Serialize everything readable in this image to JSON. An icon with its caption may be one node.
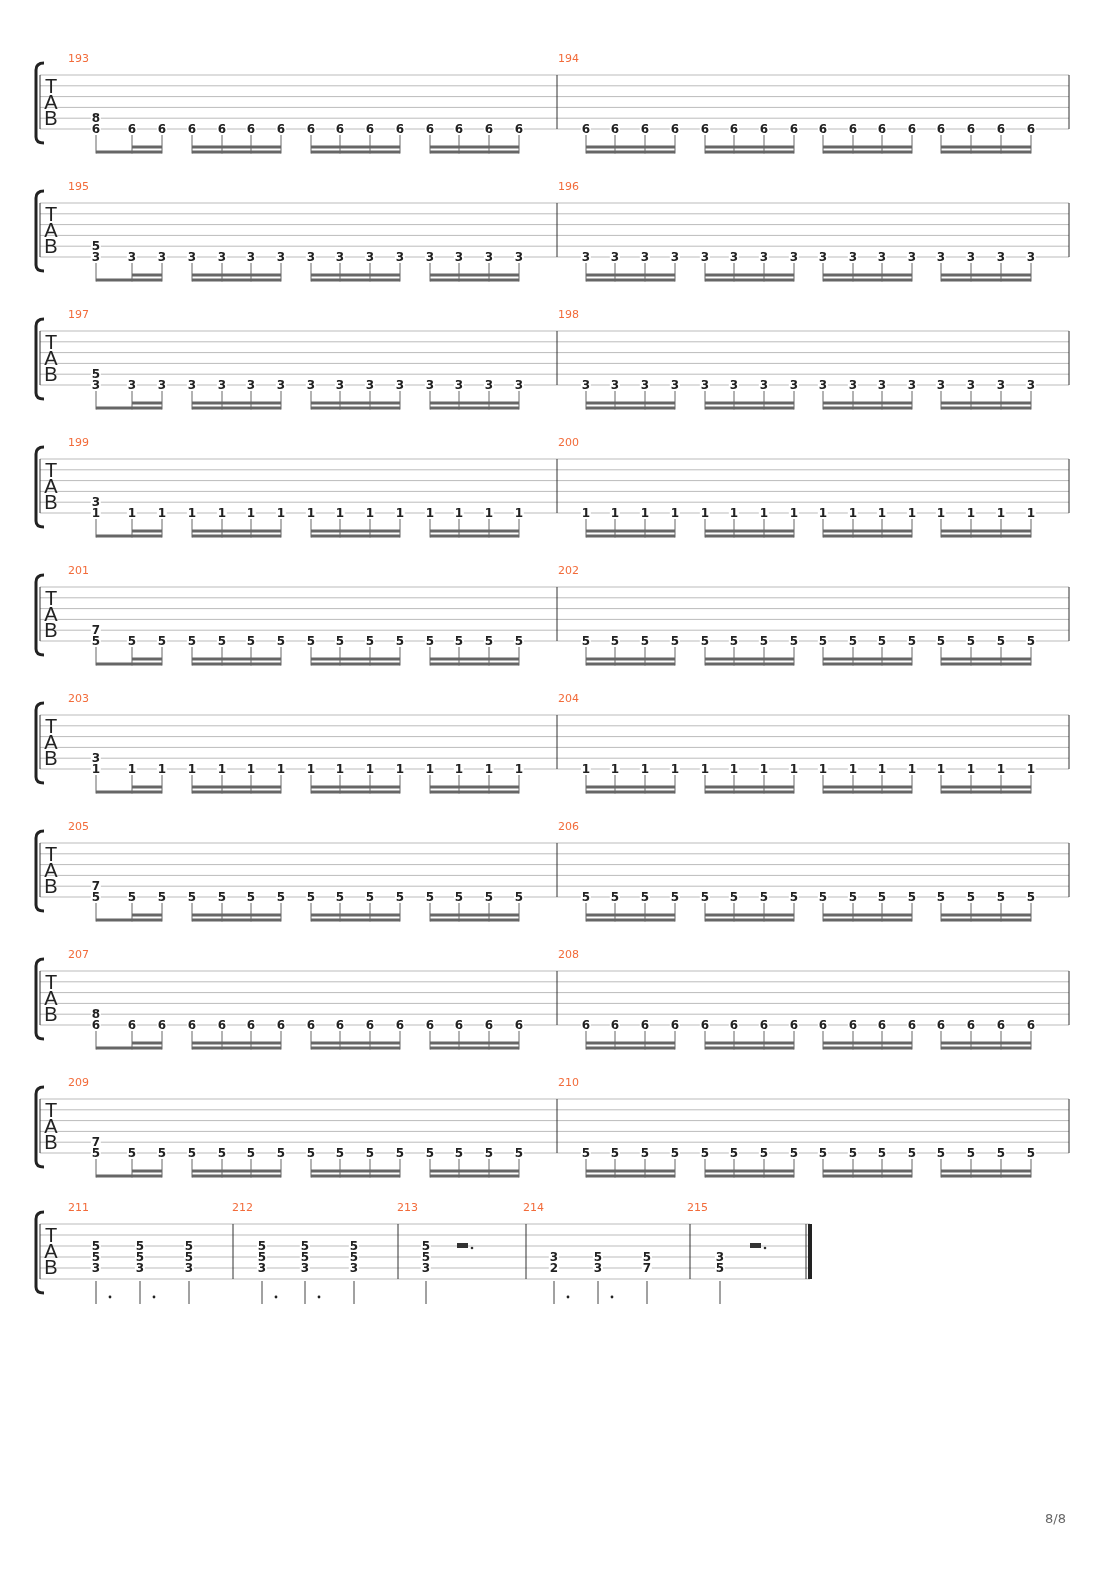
{
  "diagram": {
    "labels": [
      "193",
      "194",
      "T",
      "A",
      "B",
      "8",
      "6",
      "6",
      "6",
      "6",
      "6",
      "6",
      "6",
      "6",
      "6",
      "6",
      "6",
      "6",
      "6",
      "6",
      "6",
      "6",
      "6",
      "6",
      "6",
      "6",
      "6",
      "6",
      "6",
      "6",
      "6",
      "6",
      "6",
      "6",
      "6",
      "6",
      "6",
      "195",
      "196",
      "T",
      "A",
      "B",
      "5",
      "3",
      "3",
      "3",
      "3",
      "3",
      "3",
      "3",
      "3",
      "3",
      "3",
      "3",
      "3",
      "3",
      "3",
      "3",
      "3",
      "3",
      "3",
      "3",
      "3",
      "3",
      "3",
      "3",
      "3",
      "3",
      "3",
      "3",
      "3",
      "3",
      "3",
      "3",
      "197",
      "198",
      "T",
      "A",
      "B",
      "5",
      "3",
      "3",
      "3",
      "3",
      "3",
      "3",
      "3",
      "3",
      "3",
      "3",
      "3",
      "3",
      "3",
      "3",
      "3",
      "3",
      "3",
      "3",
      "3",
      "3",
      "3",
      "3",
      "3",
      "3",
      "3",
      "3",
      "3",
      "3",
      "3",
      "3",
      "3",
      "199",
      "200",
      "T",
      "A",
      "B",
      "3",
      "1",
      "1",
      "1",
      "1",
      "1",
      "1",
      "1",
      "1",
      "1",
      "1",
      "1",
      "1",
      "1",
      "1",
      "1",
      "1",
      "1",
      "1",
      "1",
      "1",
      "1",
      "1",
      "1",
      "1",
      "1",
      "1",
      "1",
      "1",
      "1",
      "1",
      "1",
      "201",
      "202",
      "T",
      "A",
      "B",
      "7",
      "5",
      "5",
      "5",
      "5",
      "5",
      "5",
      "5",
      "5",
      "5",
      "5",
      "5",
      "5",
      "5",
      "5",
      "5",
      "5",
      "5",
      "5",
      "5",
      "5",
      "5",
      "5",
      "5",
      "5",
      "5",
      "5",
      "5",
      "5",
      "5",
      "5",
      "5",
      "203",
      "204",
      "T",
      "A",
      "B",
      "3",
      "1",
      "1",
      "1",
      "1",
      "1",
      "1",
      "1",
      "1",
      "1",
      "1",
      "1",
      "1",
      "1",
      "1",
      "1",
      "1",
      "1",
      "1",
      "1",
      "1",
      "1",
      "1",
      "1",
      "1",
      "1",
      "1",
      "1",
      "1",
      "1",
      "1",
      "1",
      "205",
      "206",
      "T",
      "A",
      "B",
      "7",
      "5",
      "5",
      "5",
      "5",
      "5",
      "5",
      "5",
      "5",
      "5",
      "5",
      "5",
      "5",
      "5",
      "5",
      "5",
      "5",
      "5",
      "5",
      "5",
      "5",
      "5",
      "5",
      "5",
      "5",
      "5",
      "5",
      "5",
      "5",
      "5",
      "5",
      "5",
      "207",
      "208",
      "T",
      "A",
      "B",
      "8",
      "6",
      "6",
      "6",
      "6",
      "6",
      "6",
      "6",
      "6",
      "6",
      "6",
      "6",
      "6",
      "6",
      "6",
      "6",
      "6",
      "6",
      "6",
      "6",
      "6",
      "6",
      "6",
      "6",
      "6",
      "6",
      "6",
      "6",
      "6",
      "6",
      "6",
      "6",
      "209",
      "210",
      "T",
      "A",
      "B",
      "7",
      "5",
      "5",
      "5",
      "5",
      "5",
      "5",
      "5",
      "5",
      "5",
      "5",
      "5",
      "5",
      "5",
      "5",
      "5",
      "5",
      "5",
      "5",
      "5",
      "5",
      "5",
      "5",
      "5",
      "5",
      "5",
      "5",
      "5",
      "5",
      "5",
      "5",
      "5",
      "211",
      "212",
      "213",
      "214",
      "215",
      "T",
      "A",
      "B",
      "5",
      "5",
      "3",
      "5",
      "5",
      "3",
      "5",
      "5",
      "3",
      "5",
      "5",
      "3",
      "5",
      "5",
      "3",
      "5",
      "5",
      "3",
      "5",
      "5",
      "3",
      "3",
      "2",
      "5",
      "3",
      "5",
      "7",
      "3",
      "5",
      "8/8"
    ]
  }
}
